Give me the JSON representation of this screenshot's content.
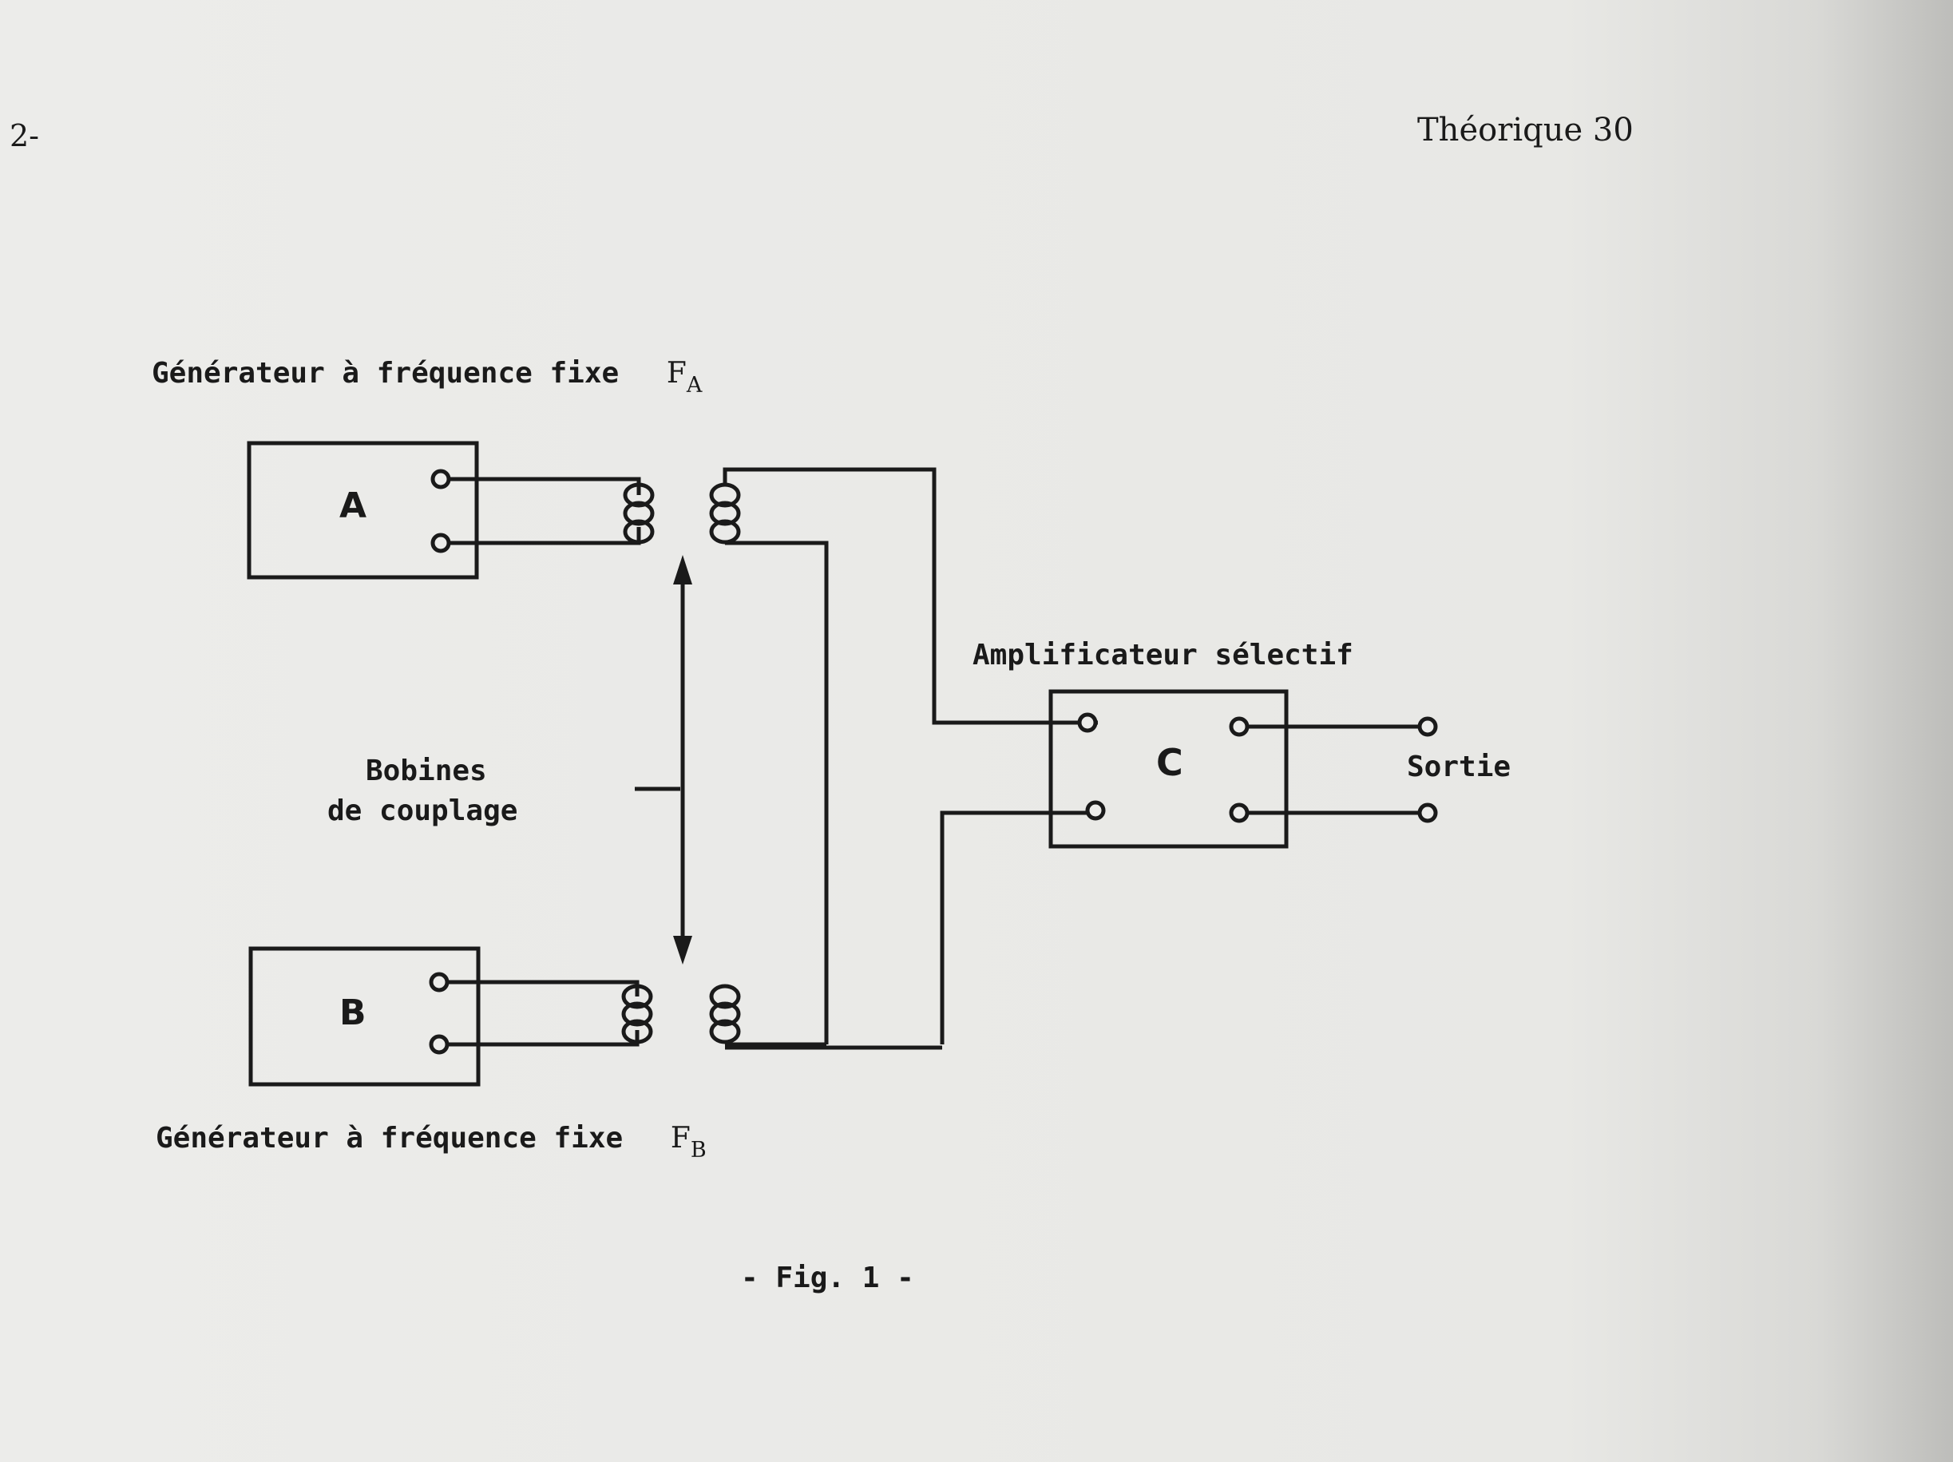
{
  "header": {
    "page_number": "2-",
    "section": "Théorique 30"
  },
  "diagram": {
    "gen_a_label": "Générateur à fréquence fixe",
    "gen_a_freq": "F",
    "gen_a_freq_sub": "A",
    "gen_b_label": "Générateur à fréquence fixe",
    "gen_b_freq": "F",
    "gen_b_freq_sub": "B",
    "box_a": "A",
    "box_b": "B",
    "box_c": "C",
    "amp_label": "Amplificateur sélectif",
    "output_label": "Sortie",
    "coils_label_line1": "Bobines",
    "coils_label_line2": "de couplage"
  },
  "caption": "- Fig. 1 -"
}
